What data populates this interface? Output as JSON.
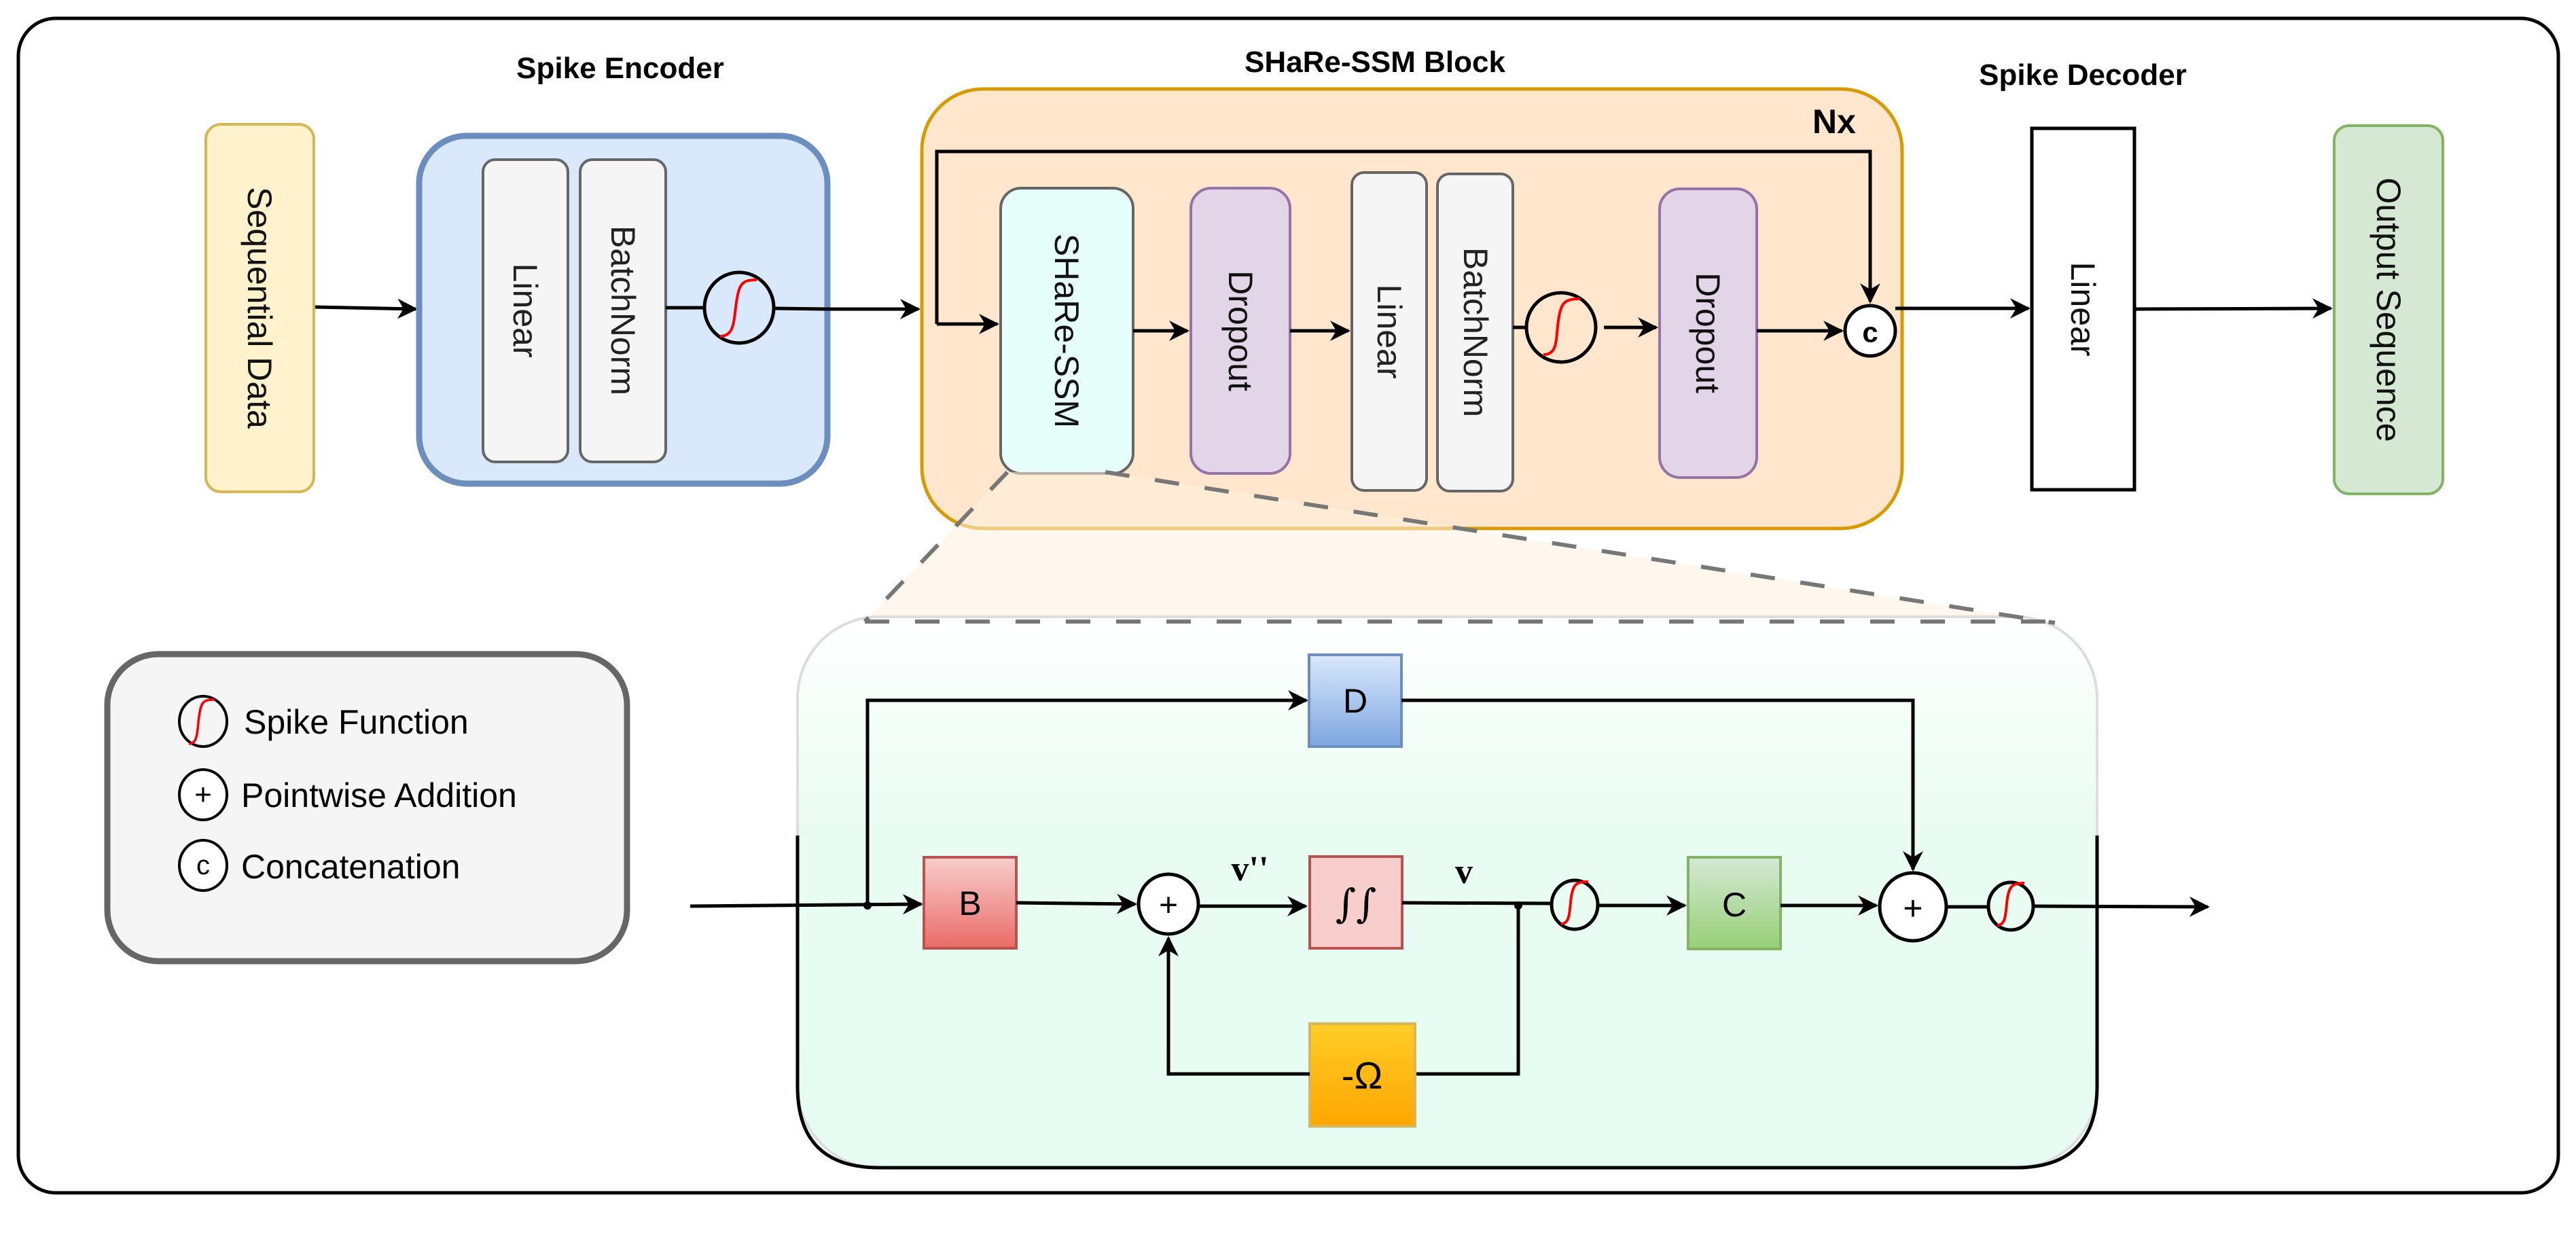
{
  "diagram": {
    "sections": {
      "encoder_title": "Spike Encoder",
      "block_title": "SHaRe-SSM Block",
      "decoder_title": "Spike Decoder",
      "repeat_label": "Nx"
    },
    "input": {
      "label": "Sequential Data"
    },
    "encoder": {
      "layers": [
        "Linear",
        "BatchNorm"
      ]
    },
    "block": {
      "ssm_label": "SHaRe-SSM",
      "dropout1_label": "Dropout",
      "layers": [
        "Linear",
        "BatchNorm"
      ],
      "dropout2_label": "Dropout",
      "concat_symbol": "c"
    },
    "decoder": {
      "label": "Linear"
    },
    "output": {
      "label": "Output Sequence"
    },
    "ssm_detail": {
      "D": "D",
      "B": "B",
      "C": "C",
      "integrator": "∫∫",
      "omega": "-Ω",
      "plus": "+",
      "v_ddot": "v''",
      "v": "v"
    },
    "legend": {
      "items": [
        {
          "icon": "spike-function-icon",
          "label": "Spike Function"
        },
        {
          "icon": "pointwise-addition-icon",
          "symbol": "+",
          "label": "Pointwise Addition"
        },
        {
          "icon": "concatenation-icon",
          "symbol": "c",
          "label": "Concatenation"
        }
      ]
    },
    "colors": {
      "input_fill": "#fff2cc",
      "input_stroke": "#d6b656",
      "encoder_fill": "#dae8fc",
      "encoder_stroke": "#6c8ebf",
      "block_fill": "#ffe6cc",
      "block_stroke": "#d79b00",
      "ssm_fill": "#e6fffa",
      "dropout_fill": "#e1d5e7",
      "dropout_stroke": "#9673a6",
      "layer_fill": "#f5f5f5",
      "layer_stroke": "#666666",
      "output_fill": "#d5e8d4",
      "output_stroke": "#82b366",
      "spike_curve": "#ff0000"
    }
  }
}
